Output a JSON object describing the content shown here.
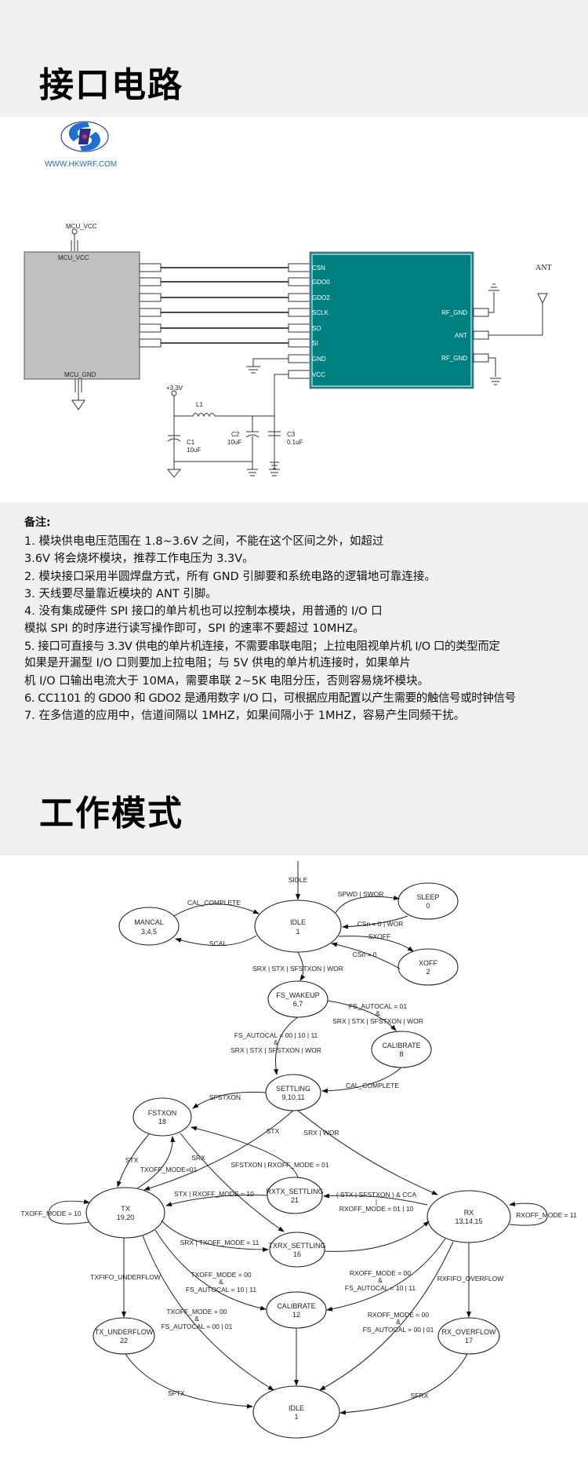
{
  "section1": {
    "title": "接口电路"
  },
  "logo": {
    "text": "WWW.HKWRF.COM"
  },
  "circuit": {
    "mcu_vcc_top": "MCU_VCC",
    "mcu_vcc_in": "MCU_VCC",
    "mcu_gnd": "MCU_GND",
    "pins_left": [
      "CSN",
      "GDO0",
      "GDO2",
      "SCLK",
      "SO",
      "SI",
      "GND",
      "VCC"
    ],
    "pins_right": [
      "RF_GND",
      "ANT",
      "RF_GND"
    ],
    "ant_label": "ANT",
    "supply": "+3.3V",
    "l1": "L1",
    "c1": "C1",
    "c1v": "10uF",
    "c2": "C2",
    "c2v": "10uF",
    "c3": "C3",
    "c3v": "0.1uF",
    "module_color": "#008080"
  },
  "notes": {
    "heading": "备注:",
    "lines": [
      "1.   模块供电电压范围在 1.8~3.6V 之间，不能在这个区间之外，如超过",
      "       3.6V 将会烧坏模块，推荐工作电压为 3.3V。",
      "2.   模块接口采用半圆焊盘方式，所有 GND 引脚要和系统电路的逻辑地可靠连接。",
      "3.   天线要尽量靠近模块的 ANT 引脚。",
      "4.   没有集成硬件 SPI 接口的单片机也可以控制本模块，用普通的 I/O 口",
      "      模拟 SPI 的时序进行读写操作即可，SPI 的速率不要超过 10MHZ。",
      "5.   接口可直接与 3.3V 供电的单片机连接，不需要串联电阻；上拉电阻视单片机 I/O 口的类型而定",
      "     如果是开漏型 I/O 口则要加上拉电阻；与 5V 供电的单片机连接时，如果单片",
      "     机 I/O 口输出电流大于 10MA，需要串联 2~5K 电阻分压，否则容易烧坏模块。",
      "6.   CC1101 的 GDO0 和 GDO2 是通用数字 I/O 口，可根据应用配置以产生需要的触信号或时钟信号",
      "7.   在多信道的应用中，信道间隔以 1MHZ，如果间隔小于 1MHZ，容易产生同频干扰。"
    ]
  },
  "section2": {
    "title": "工作模式"
  },
  "states": {
    "idle_top": [
      "IDLE",
      "1"
    ],
    "mancal": [
      "MANCAL",
      "3,4,5"
    ],
    "sleep": [
      "SLEEP",
      "0"
    ],
    "xoff": [
      "XOFF",
      "2"
    ],
    "fs_wakeup": [
      "FS_WAKEUP",
      "6,7"
    ],
    "calibrate8": [
      "CALIBRATE",
      "8"
    ],
    "settling": [
      "SETTLING",
      "9,10,11"
    ],
    "fstxon": [
      "FSTXON",
      "18"
    ],
    "rxtx": [
      "RXTX_SETTLING",
      "21"
    ],
    "tx": [
      "TX",
      "19,20"
    ],
    "rx": [
      "RX",
      "13,14,15"
    ],
    "txrx": [
      "TXRX_SETTLING",
      "16"
    ],
    "calibrate12": [
      "CALIBRATE",
      "12"
    ],
    "tx_underflow": [
      "TX_UNDERFLOW",
      "22"
    ],
    "rx_overflow": [
      "RX_OVERFLOW",
      "17"
    ],
    "idle_bottom": [
      "IDLE",
      "1"
    ]
  },
  "transitions": {
    "sidle": "SIDLE",
    "cal_complete1": "CAL_COMPLETE",
    "scal": "SCAL",
    "spwd": "SPWD  |  SWOR",
    "csn_wor": "CSn = 0  |  WOR",
    "sxoff": "SXOFF",
    "csn": "CSn = 0",
    "idle_fs": "SRX  |  STX  |  SFSTXON  |  WOR",
    "fs_cal": [
      "FS_AUTOCAL = 01",
      "&",
      "SRX  |  STX  |  SFSTXON  |  WOR"
    ],
    "fs_set": [
      "FS_AUTOCAL = 00 | 10 | 11",
      "&",
      "SRX  |  STX  |  SFSTXON  |  WOR"
    ],
    "cal_complete2": "CAL_COMPLETE",
    "sfstxon": "SFSTXON",
    "stx1": "STX",
    "srx_wor": "SRX  |  WOR",
    "stx2": "STX",
    "txoff01": "TXOFF_MODE=01",
    "srx": "SRX",
    "sfstxon_rx": "SFSTXON  |  RXOFF_MODE = 01",
    "stx_rx10": "STX  |  RXOFF_MODE = 10",
    "cca": [
      "( STX  |  SFSTXON ) & CCA",
      "|",
      "RXOFF_MODE = 01 | 10"
    ],
    "txoff10": "TXOFF_MODE = 10",
    "rxoff11": "RXOFF_MODE = 11",
    "srx_tx11": "SRX  |  TXOFF_MODE = 11",
    "txfifo": "TXFIFO_UNDERFLOW",
    "tx_cal": [
      "TXOFF_MODE = 00",
      "&",
      "FS_AUTOCAL = 10 | 11"
    ],
    "rx_cal": [
      "RXOFF_MODE = 00",
      "&",
      "FS_AUTOCAL = 10 | 11"
    ],
    "rxfifo": "RXFIFO_OVERFLOW",
    "tx_idle": [
      "TXOFF_MODE = 00",
      "&",
      "FS_AUTOCAL = 00 | 01"
    ],
    "rx_idle": [
      "RXOFF_MODE = 00",
      "&",
      "FS_AUTOCAL = 00 | 01"
    ],
    "sftx": "SFTX",
    "sfrx": "SFRX"
  }
}
